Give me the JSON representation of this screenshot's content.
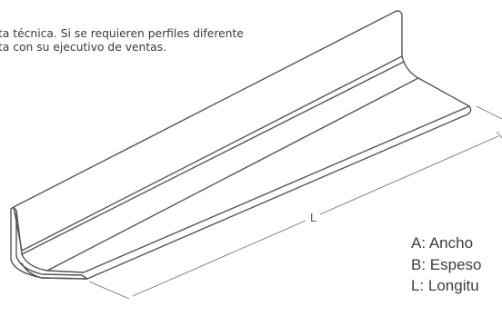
{
  "note": {
    "line1": "ta técnica. Si se requieren perfiles diferente",
    "line2": "ta con su ejecutivo de ventas."
  },
  "drawing": {
    "dimension_label_l": "L",
    "stroke_color": "#555555",
    "dimension_color": "#777777"
  },
  "legend": {
    "a": "A: Ancho",
    "b": "B: Espeso",
    "l": "L: Longitu"
  }
}
